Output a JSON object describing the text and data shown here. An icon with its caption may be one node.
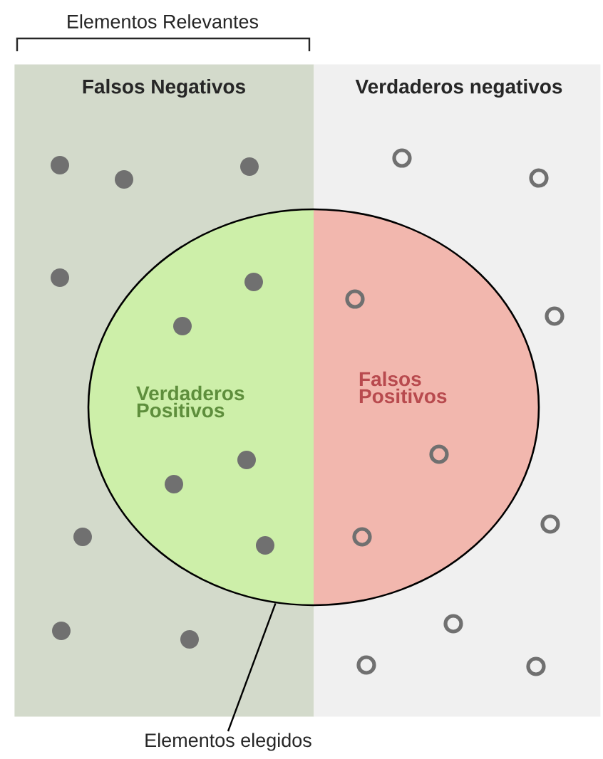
{
  "diagram": {
    "nodes": [
      {
        "text": [
          "Falsos Negativos"
        ]
      },
      {
        "text": [
          "Verdaderos negativos"
        ]
      },
      {
        "text": [
          "Verdaderos Positivos",
          "Falsos Positivos"
        ]
      },
      {
        "text": [
          "Elementos elegidos"
        ]
      }
    ],
    "edges": [
      {
        "from": 3,
        "to": 2,
        "arrow": "none"
      }
    ],
    "labels": [
      "Elementos Relevantes"
    ]
  }
}
